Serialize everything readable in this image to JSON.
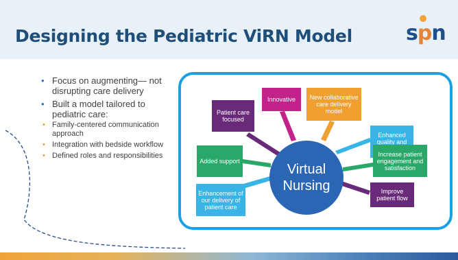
{
  "slide": {
    "title": "Designing the Pediatric ViRN Model",
    "logo": {
      "letter_s": "s",
      "letter_p": "p",
      "letter_n": "n"
    },
    "bullets": [
      {
        "text": "Focus on augmenting— not disrupting care delivery"
      },
      {
        "text": "Built a model tailored to pediatric care:"
      }
    ],
    "sub_bullets": [
      {
        "text": "Family-centered communication approach"
      },
      {
        "text": "Integration with bedside workflow"
      },
      {
        "text": "Defined roles and responsibilities"
      }
    ]
  },
  "diagram": {
    "center": "Virtual Nursing",
    "nodes": [
      {
        "label": "Patient care focused",
        "color": "#6a2a7a"
      },
      {
        "label": "Innovative",
        "color": "#c2238a"
      },
      {
        "label": "New collaborative care delivery model",
        "color": "#f0a030"
      },
      {
        "label": "Enhanced quality and safety",
        "color": "#39b4e6"
      },
      {
        "label": "Added support",
        "color": "#2aa86a"
      },
      {
        "label": "Increase patient engagement and satisfaction",
        "color": "#2aa86a"
      },
      {
        "label": "Enhancement of our delivery of patient care",
        "color": "#39b4e6"
      },
      {
        "label": "Improve patient flow",
        "color": "#6a2a7a"
      }
    ]
  },
  "colors": {
    "title": "#1f4e79",
    "frame": "#1ba1e2",
    "center": "#2a66b4",
    "bullet": "#2e75b6",
    "sub_bullet": "#f0a030"
  }
}
